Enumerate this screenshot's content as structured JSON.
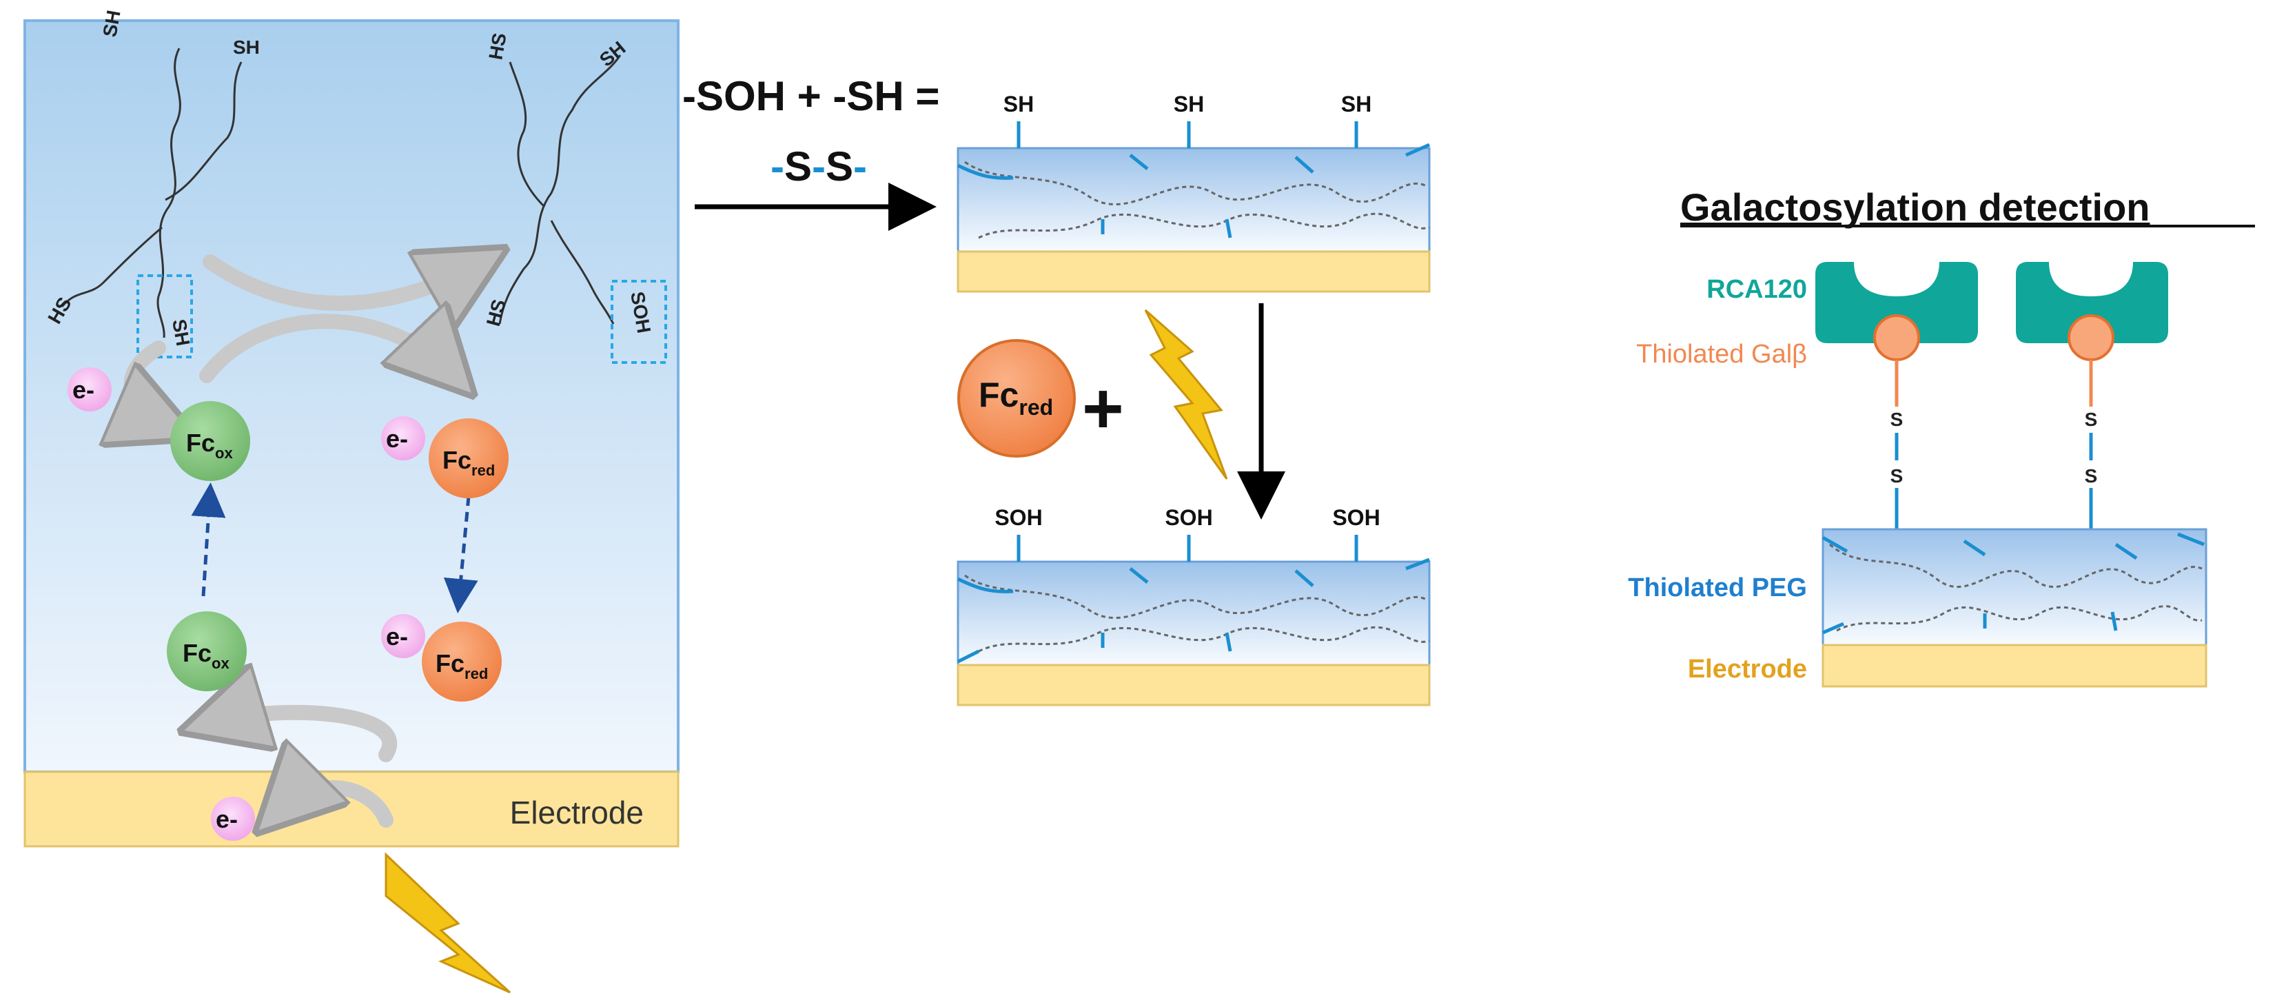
{
  "panel_left": {
    "electrode_label": "Electrode",
    "thiol_group": "SH",
    "sulfenic_group": "SOH",
    "thiol_terminal": "HS",
    "electron": "e-",
    "fc_ox": "Fc",
    "fc_ox_sub": "ox",
    "fc_red": "Fc",
    "fc_red_sub": "red"
  },
  "reaction": {
    "equation": "-SOH + -SH =",
    "product_a": "S",
    "product_b": "S",
    "dash": "-"
  },
  "middle": {
    "top_groups": [
      "SH",
      "SH",
      "SH"
    ],
    "bottom_groups": [
      "SOH",
      "SOH",
      "SOH"
    ],
    "fc": "Fc",
    "fc_sub": "red",
    "plus": "+"
  },
  "right": {
    "title": "Galactosylation detection",
    "rca": "RCA120",
    "gal": "Thiolated Galβ",
    "peg": "Thiolated PEG",
    "electrode": "Electrode",
    "s": "S"
  },
  "colors": {
    "panel_top": "#a9cfee",
    "panel_bottom": "#eef5fc",
    "electrode": "#fde49a",
    "green": "#8fcc8a",
    "orange": "#f79a62",
    "pink": "#f6c6f0",
    "teal": "#10a69a",
    "blue_line": "#1a8fd0",
    "arrow_gray": "#c9c9c9",
    "dash_blue": "#1f4e9c",
    "lightning": "#f3c316",
    "title_blue": "#1a8fd0",
    "peg_label": "#1f7fcf",
    "gal_label": "#f18850",
    "electrode_label": "#e2a21e"
  }
}
